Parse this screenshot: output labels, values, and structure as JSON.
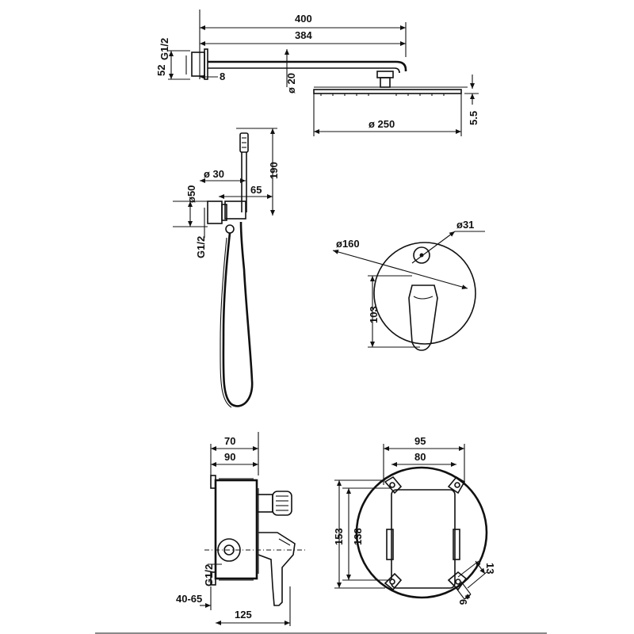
{
  "shower_arm": {
    "length_total": "400",
    "length_arm": "384",
    "flange_height": "52",
    "thread": "G1/2",
    "flange_depth": "8",
    "connector_diameter": "ø 20"
  },
  "rain_head": {
    "diameter": "ø 250",
    "thickness": "5.5"
  },
  "hand_shower": {
    "holder_diameter": "ø 30",
    "length": "190",
    "outlet_offset": "65",
    "flange_diameter": "ø50",
    "thread": "G1/2"
  },
  "mixer_plate": {
    "plate_diameter": "ø160",
    "knob_diameter": "ø31",
    "lever_height": "103"
  },
  "valve_side": {
    "depth_70": "70",
    "depth_90": "90",
    "thread": "G1/2",
    "install_depth": "40-65",
    "body_width": "125"
  },
  "valve_front": {
    "width_95": "95",
    "width_80": "80",
    "height_153": "153",
    "height_138": "138",
    "slot_13": "13",
    "slot_6": "6"
  }
}
